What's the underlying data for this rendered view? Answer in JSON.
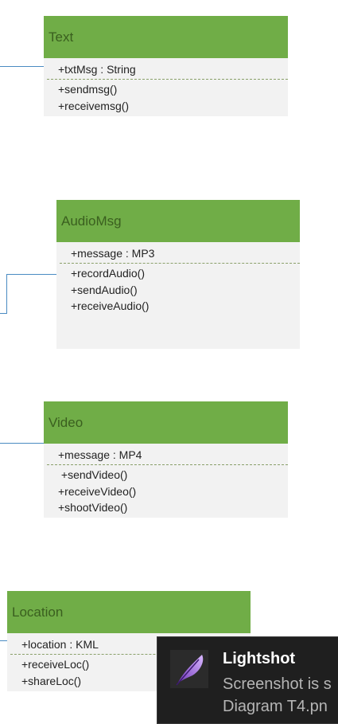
{
  "classes": {
    "text": {
      "name": "Text",
      "attributes": [
        "+txtMsg : String"
      ],
      "methods": [
        "+sendmsg()",
        "+receivemsg()"
      ]
    },
    "audio": {
      "name": "AudioMsg",
      "attributes": [
        "+message : MP3"
      ],
      "methods": [
        "+recordAudio()",
        "+sendAudio()",
        "+receiveAudio()"
      ]
    },
    "video": {
      "name": "Video",
      "attributes": [
        "+message : MP4"
      ],
      "methods": [
        " +sendVideo()",
        "+receiveVideo()",
        "+shootVideo()"
      ]
    },
    "location": {
      "name": "Location",
      "attributes": [
        "+location : KML"
      ],
      "methods": [
        "+receiveLoc()",
        "+shareLoc()"
      ]
    }
  },
  "toast": {
    "app": "Lightshot",
    "line1": "Screenshot is s",
    "line2": "Diagram T4.pn",
    "icon": "feather-icon"
  },
  "colors": {
    "header": "#70ad47",
    "header_text": "#3a5f1f",
    "body": "#f2f2f2",
    "connector": "#4a8bc2",
    "toast_bg": "#1f1f1f"
  }
}
